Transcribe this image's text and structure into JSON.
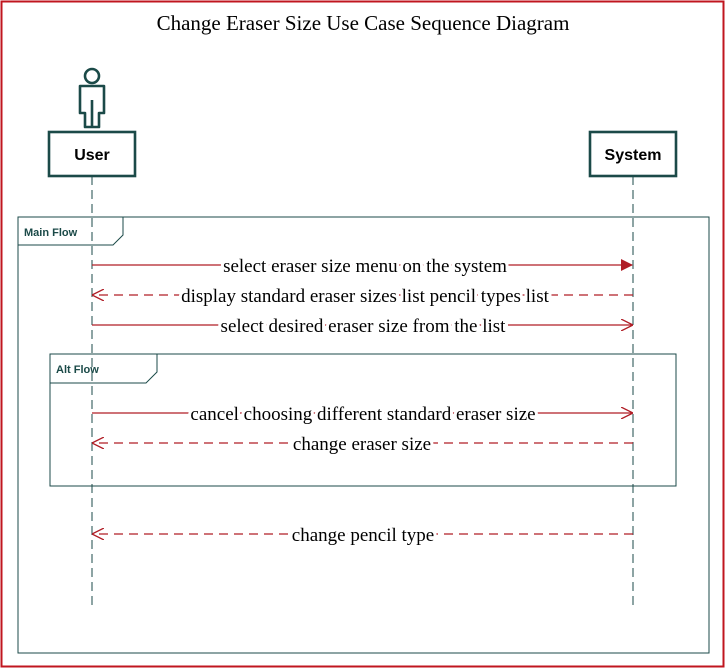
{
  "diagram": {
    "title": "Change Eraser Size Use Case Sequence Diagram",
    "actor_icon": "person-icon",
    "participants": {
      "user": "User",
      "system": "System"
    },
    "frames": {
      "main": "Main Flow",
      "alt": "Alt Flow"
    },
    "messages": [
      {
        "text": "select eraser size menu on the system",
        "type": "sync",
        "direction": "to-system"
      },
      {
        "text": "display standard eraser sizes list pencil types list",
        "type": "return",
        "direction": "to-user"
      },
      {
        "text": "select desired eraser size from the list",
        "type": "async",
        "direction": "to-system"
      },
      {
        "text": "cancel choosing different standard eraser size",
        "type": "async",
        "direction": "to-system"
      },
      {
        "text": "change eraser size",
        "type": "return",
        "direction": "to-user"
      },
      {
        "text": "change pencil type",
        "type": "return",
        "direction": "to-user"
      }
    ],
    "colors": {
      "border": "#c0161f",
      "lifeline_box": "#1b4a48",
      "message": "#b01d26",
      "text": "#000000"
    }
  }
}
